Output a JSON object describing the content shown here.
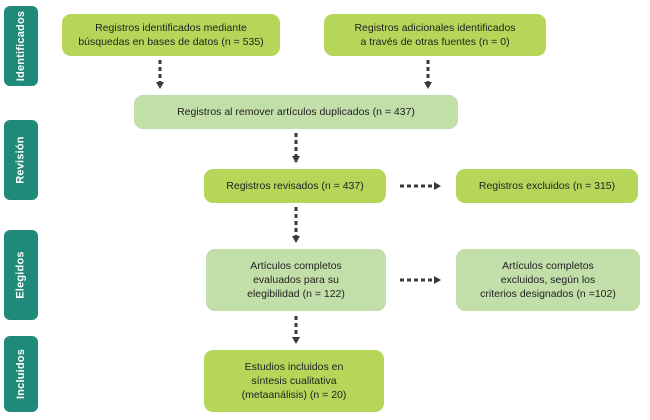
{
  "stages": {
    "identified": "Identificados",
    "review": "Revisión",
    "eligible": "Elegidos",
    "included": "Incluidos"
  },
  "boxes": {
    "db_records": "Registros identificados mediante\nbúsquedas en bases de datos (n = 535)",
    "other_records": "Registros adicionales identificados\na través de otras fuentes (n = 0)",
    "deduplicated": "Registros al remover artículos duplicados (n = 437)",
    "screened": "Registros revisados (n = 437)",
    "excluded": "Registros excluidos (n = 315)",
    "full_text": "Artículos completos\nevaluados para su\nelegibilidad (n = 122)",
    "full_text_excluded": "Artículos completos\nexcluidos,  según los\ncriterios designados (n =102)",
    "included_studies": "Estudios incluidos en\nsíntesis cualitativa\n(metaanálisis) (n = 20)"
  },
  "colors": {
    "stage_tab": "#1f8a7a",
    "box_bright": "#b6d65a",
    "box_soft": "#c2dea9",
    "arrow": "#3a3a3a"
  }
}
